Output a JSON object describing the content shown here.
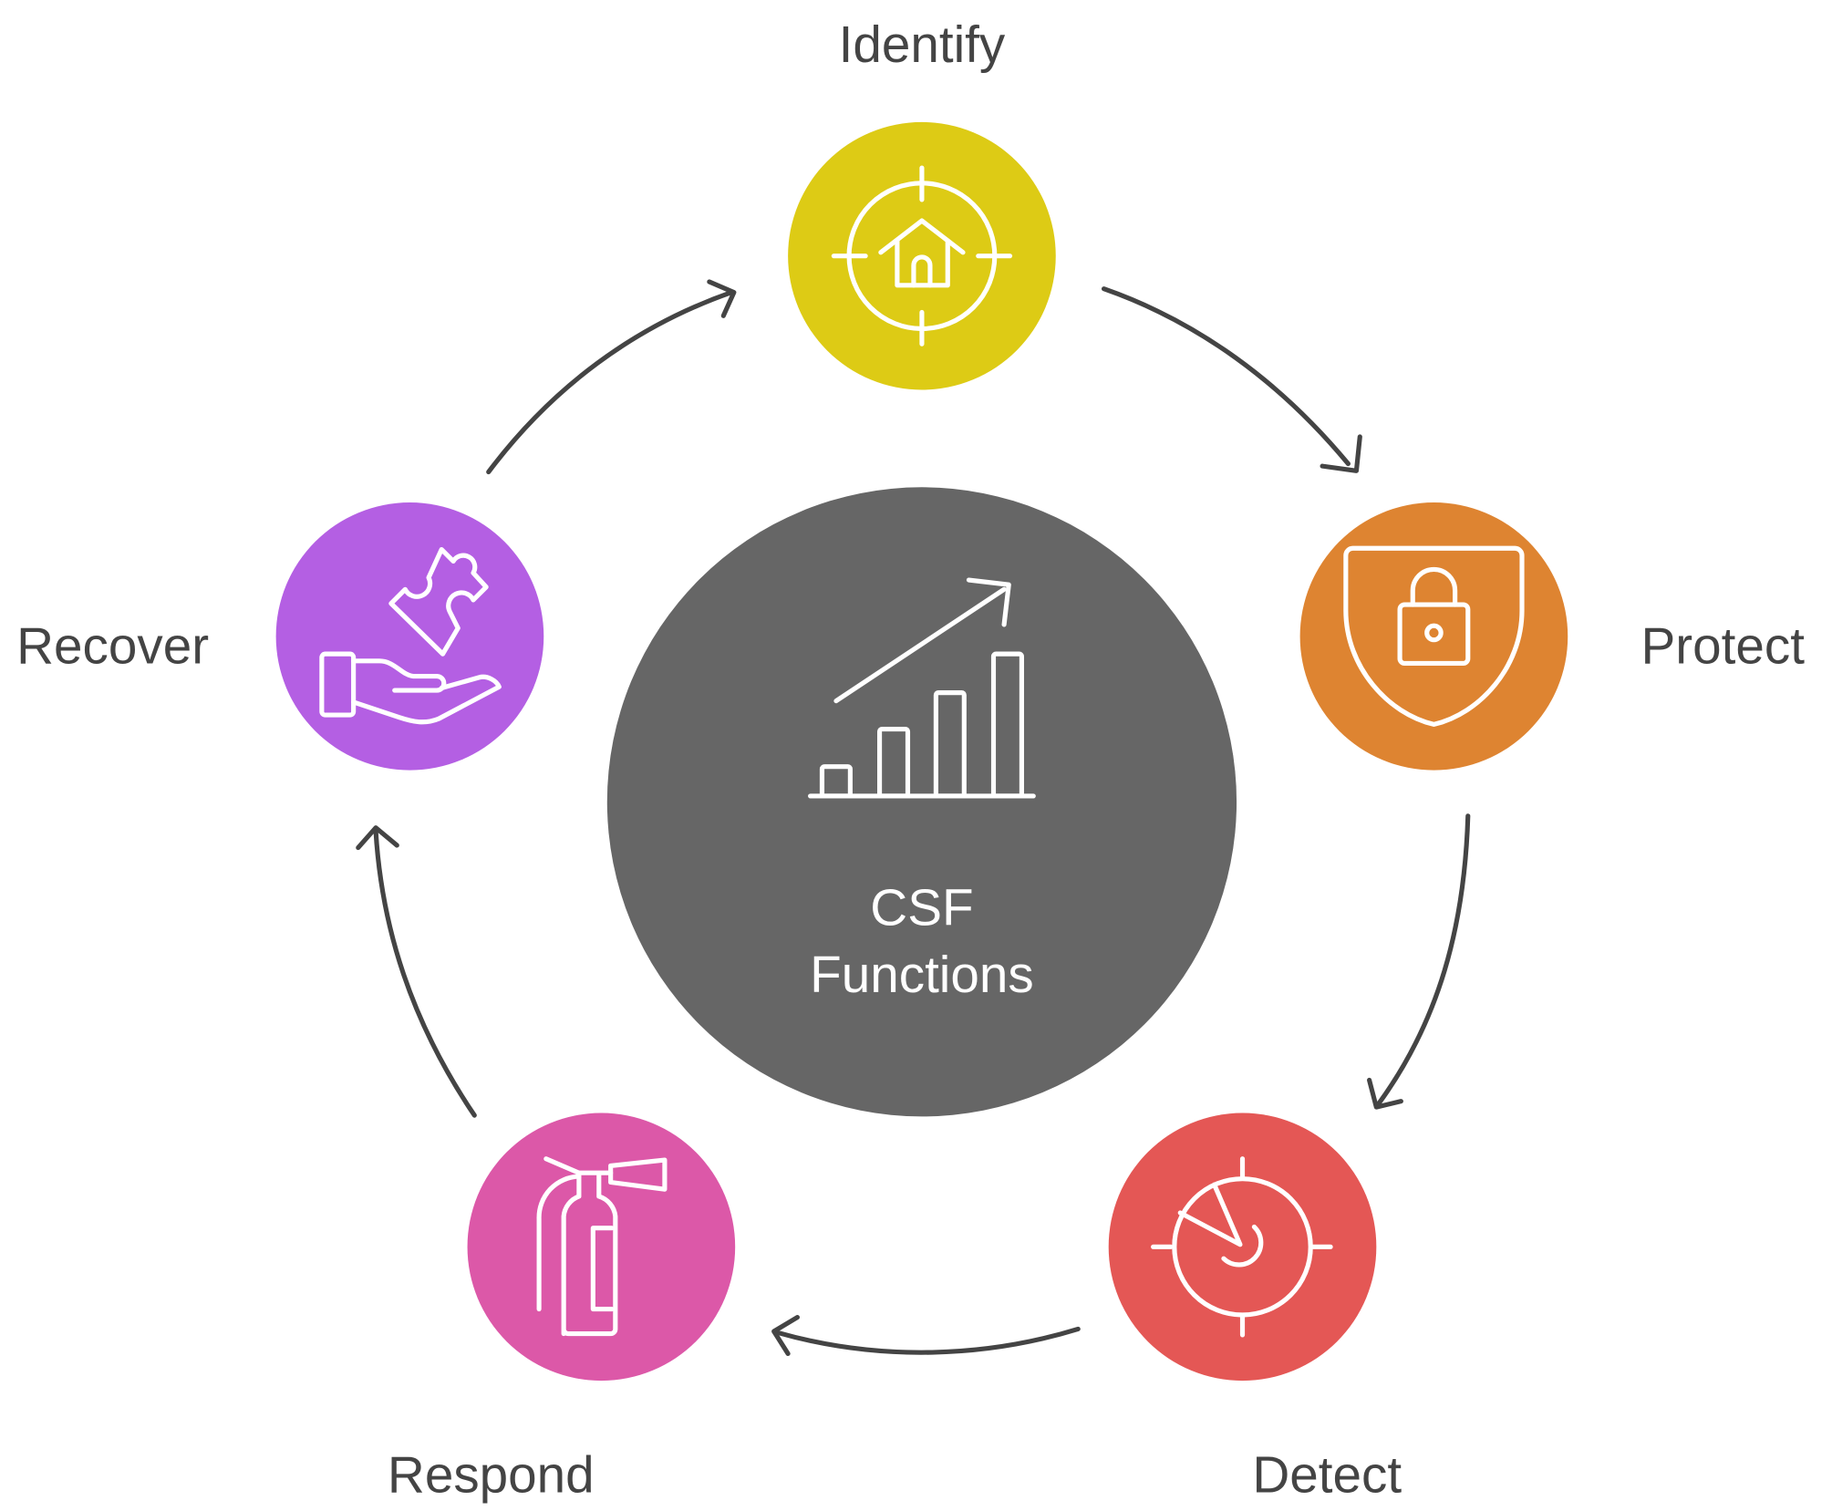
{
  "center": {
    "line1": "CSF",
    "line2": "Functions",
    "color": "#666666",
    "icon": "bar-chart-growth-icon"
  },
  "functions": [
    {
      "label": "Identify",
      "color": "#DDCB15",
      "icon": "target-home-icon"
    },
    {
      "label": "Protect",
      "color": "#DE8431",
      "icon": "shield-lock-icon"
    },
    {
      "label": "Detect",
      "color": "#E45755",
      "icon": "radar-icon"
    },
    {
      "label": "Respond",
      "color": "#DC58A8",
      "icon": "fire-extinguisher-icon"
    },
    {
      "label": "Recover",
      "color": "#B45FE3",
      "icon": "hand-puzzle-icon"
    }
  ]
}
